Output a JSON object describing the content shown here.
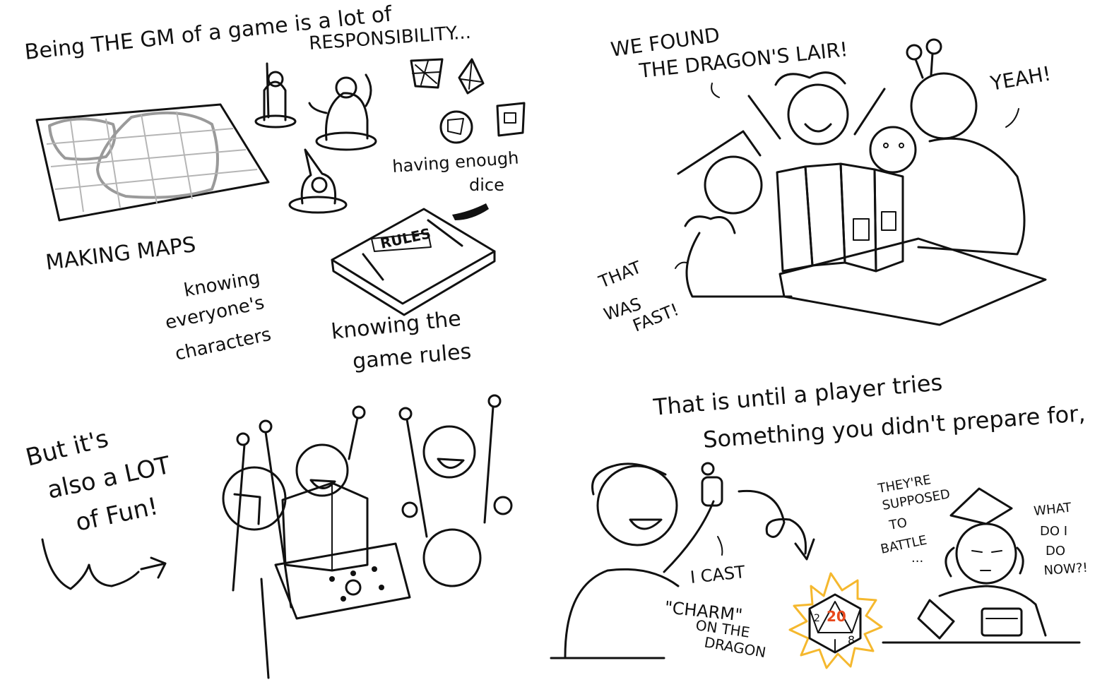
{
  "panels": {
    "gm": {
      "title_line1": "Being THE GM of a game is a lot of",
      "title_line2": "RESPONSIBILITY...",
      "label_maps": "MAKING MAPS",
      "label_dice_1": "having enough",
      "label_dice_2": "dice",
      "label_chars_1": "knowing",
      "label_chars_2": "everyone's",
      "label_chars_3": "characters",
      "label_rules_1": "knowing the",
      "label_rules_2": "game rules",
      "rulebook_text": "RULES"
    },
    "lair": {
      "line1": "WE FOUND",
      "line2": "THE DRAGON'S LAIR!",
      "yeah": "YEAH!",
      "fast_1": "THAT",
      "fast_2": "WAS",
      "fast_3": "FAST!"
    },
    "fun": {
      "line1": "But it's",
      "line2": "also a LOT",
      "line3": "of Fun!"
    },
    "charm": {
      "caption_1": "That is until a player tries",
      "caption_2": "Something you didn't prepare for,",
      "cast_1": "I CAST",
      "cast_2": "\"CHARM\"",
      "cast_3": "ON THE",
      "cast_4": "DRAGON",
      "die_top": "20",
      "die_left": "2",
      "die_right": "8",
      "supposed_1": "THEY'RE",
      "supposed_2": "SUPPOSED",
      "supposed_3": "TO",
      "supposed_4": "BATTLE",
      "supposed_5": "...",
      "what_1": "WHAT",
      "what_2": "DO I",
      "what_3": "DO",
      "what_4": "NOW?!"
    }
  },
  "colors": {
    "ink": "#111111",
    "map_grey": "#9a9a9a",
    "die_burst": "#f5b82e",
    "die_number": "#e8491d"
  }
}
